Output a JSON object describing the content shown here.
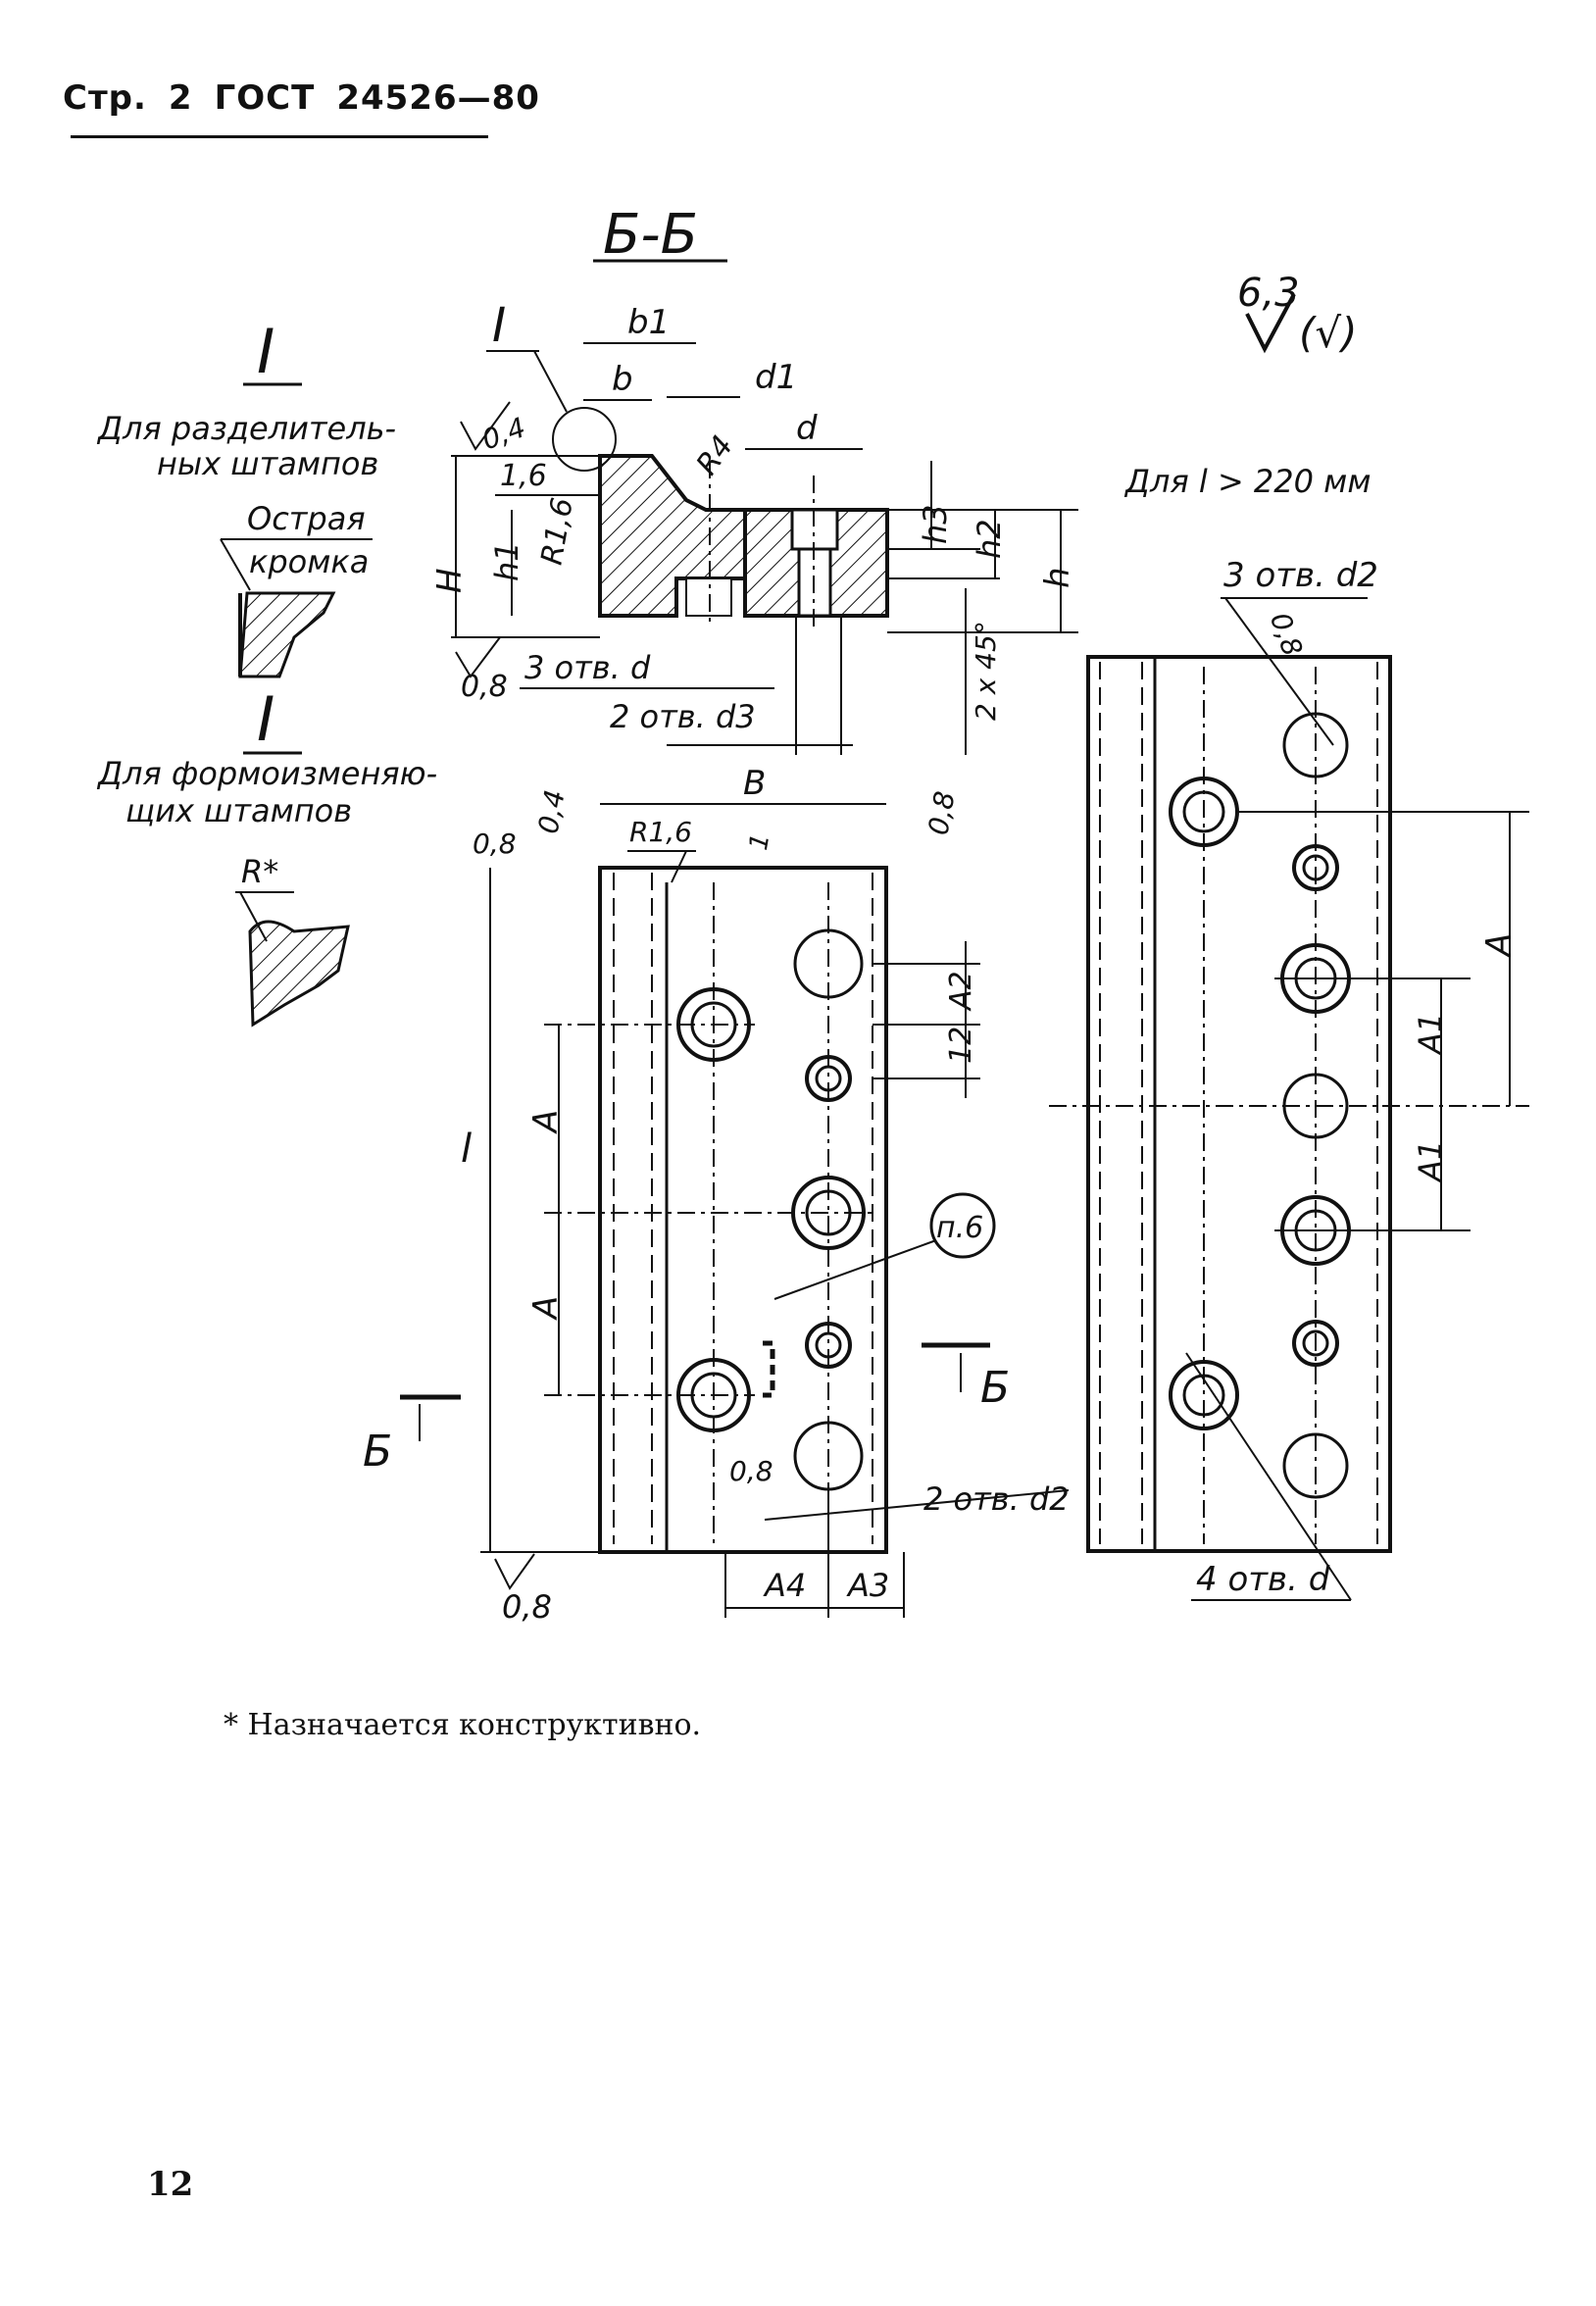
{
  "header": {
    "page_label": "Стр.",
    "page_num": "2",
    "standard": "ГОСТ",
    "code": "24526—80"
  },
  "section_title": "Б-Б",
  "roughness": {
    "main": "6,3",
    "paren": "(√)"
  },
  "detail_I": {
    "marker": "I",
    "separating": "Для разделитель-\nных штампов",
    "separating_line1": "Для разделитель-",
    "separating_line2": "ных штампов",
    "sharp_edge_line1": "Острая",
    "sharp_edge_line2": "кромка",
    "forming_line1": "Для формоизменяю-",
    "forming_line2": "щих штампов",
    "radius": "R*"
  },
  "section_labels": {
    "b1": "b1",
    "b": "b",
    "d1": "d1",
    "d": "d",
    "r4": "R4",
    "r16": "R1,6",
    "r_16": "1,6",
    "H": "H",
    "h1": "h1",
    "h3": "h3",
    "h2": "h2",
    "h": "h",
    "rough04": "0,4",
    "rough08": "0,8",
    "holes_d": "3 отв. d",
    "holes_d3": "2 отв. d3",
    "chamfer": "2 x 45°",
    "marker_I": "I"
  },
  "plan_left": {
    "B": "B",
    "R16": "R1,6",
    "one": "1",
    "l": "l",
    "A": "A",
    "A2": "A2",
    "twelve": "12",
    "p6": "п.6",
    "A4": "A4",
    "A3": "A3",
    "holes_d2": "2 отв. d2",
    "cut_label": "Б",
    "rough08": "0,8",
    "rough04": "0,4"
  },
  "plan_right": {
    "note": "Для l > 220 мм",
    "holes_d2": "3 отв. d2",
    "holes_d": "4 отв. d",
    "A": "A",
    "A1": "A1",
    "rough08": "0,8"
  },
  "footnote": "* Назначается конструктивно.",
  "page_number": "12"
}
